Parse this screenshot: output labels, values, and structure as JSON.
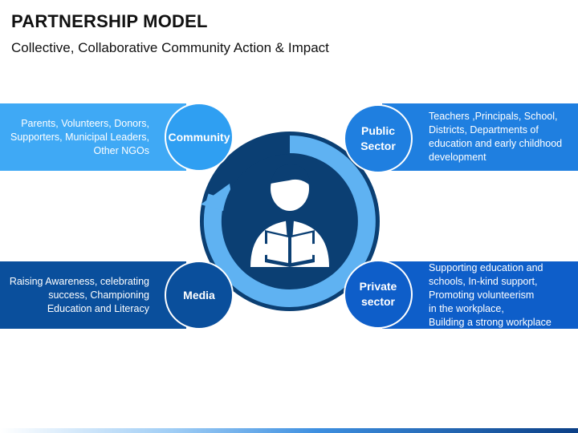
{
  "header": {
    "title": "PARTNERSHIP MODEL",
    "subtitle": "Collective, Collaborative Community Action & Impact"
  },
  "sectors": {
    "community": {
      "label": "Community",
      "description": "Parents, Volunteers, Donors,\nSupporters, Municipal Leaders,\nOther NGOs",
      "color": "#3fa9f5"
    },
    "public": {
      "label": "Public\nSector",
      "description": "Teachers ,Principals, School,\nDistricts, Departments of\neducation and early childhood\ndevelopment",
      "color": "#1f7fe0"
    },
    "media": {
      "label": "Media",
      "description": "Raising Awareness, celebrating\nsuccess, Championing\nEducation and Literacy",
      "color": "#0a4f9c"
    },
    "private": {
      "label": "Private\nsector",
      "description": "Supporting education and\nschools, In-kind support,\nPromoting volunteerism\n in the workplace,\n Building a strong workplace",
      "color": "#0e5ec9"
    }
  },
  "center": {
    "icon": "reader-person-icon",
    "colors": {
      "outer": "#0b3f73",
      "ring": "#5fb2f2",
      "inner": "#0b3f73"
    }
  }
}
